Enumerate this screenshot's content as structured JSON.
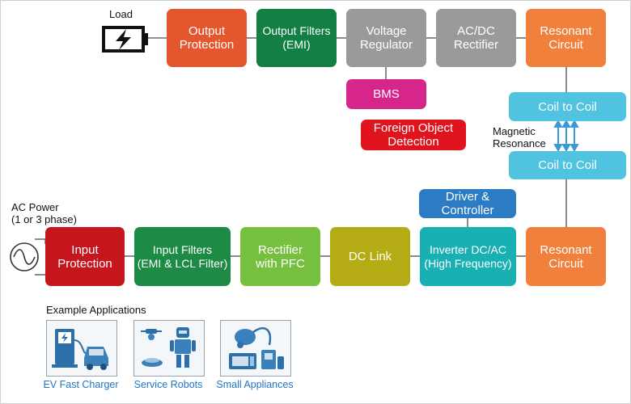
{
  "labels": {
    "load": "Load",
    "ac_power": "AC Power",
    "ac_phase": "(1 or 3 phase)",
    "magnetic": "Magnetic",
    "resonance": "Resonance",
    "example_apps": "Example Applications"
  },
  "top_row": {
    "output_protection": "Output\nProtection",
    "output_filters": "Output Filters\n(EMI)",
    "voltage_regulator": "Voltage\nRegulator",
    "ac_dc_rectifier": "AC/DC\nRectifier",
    "resonant_circuit": "Resonant\nCircuit"
  },
  "middle": {
    "bms": "BMS",
    "foreign_object": "Foreign Object\nDetection",
    "coil_top": "Coil to Coil",
    "coil_bottom": "Coil to Coil",
    "driver_controller": "Driver &\nController"
  },
  "bottom_row": {
    "input_protection": "Input\nProtection",
    "input_filters": "Input Filters\n(EMI & LCL Filter)",
    "rectifier_pfc": "Rectifier\nwith PFC",
    "dc_link": "DC Link",
    "inverter": "Inverter DC/AC\n(High Frequency)",
    "resonant_circuit": "Resonant\nCircuit"
  },
  "applications": [
    {
      "label": "EV Fast Charger",
      "icon": "ev-charger-icon"
    },
    {
      "label": "Service Robots",
      "icon": "robot-icon"
    },
    {
      "label": "Small Appliances",
      "icon": "appliance-icon"
    }
  ],
  "colors": {
    "orange_red": "#e4572e",
    "green_dark": "#128043",
    "gray": "#9a9a9a",
    "orange": "#f0803c",
    "magenta": "#d6258b",
    "red": "#e1141e",
    "cyan": "#4fc3e0",
    "blue": "#2b7bc5",
    "crimson": "#c5161d",
    "green_mid": "#1d8a46",
    "green_light": "#77bf3e",
    "olive": "#b5ab14",
    "teal": "#18b0b2",
    "wire": "#6e6e6e",
    "arrow": "#3a9ad8"
  }
}
